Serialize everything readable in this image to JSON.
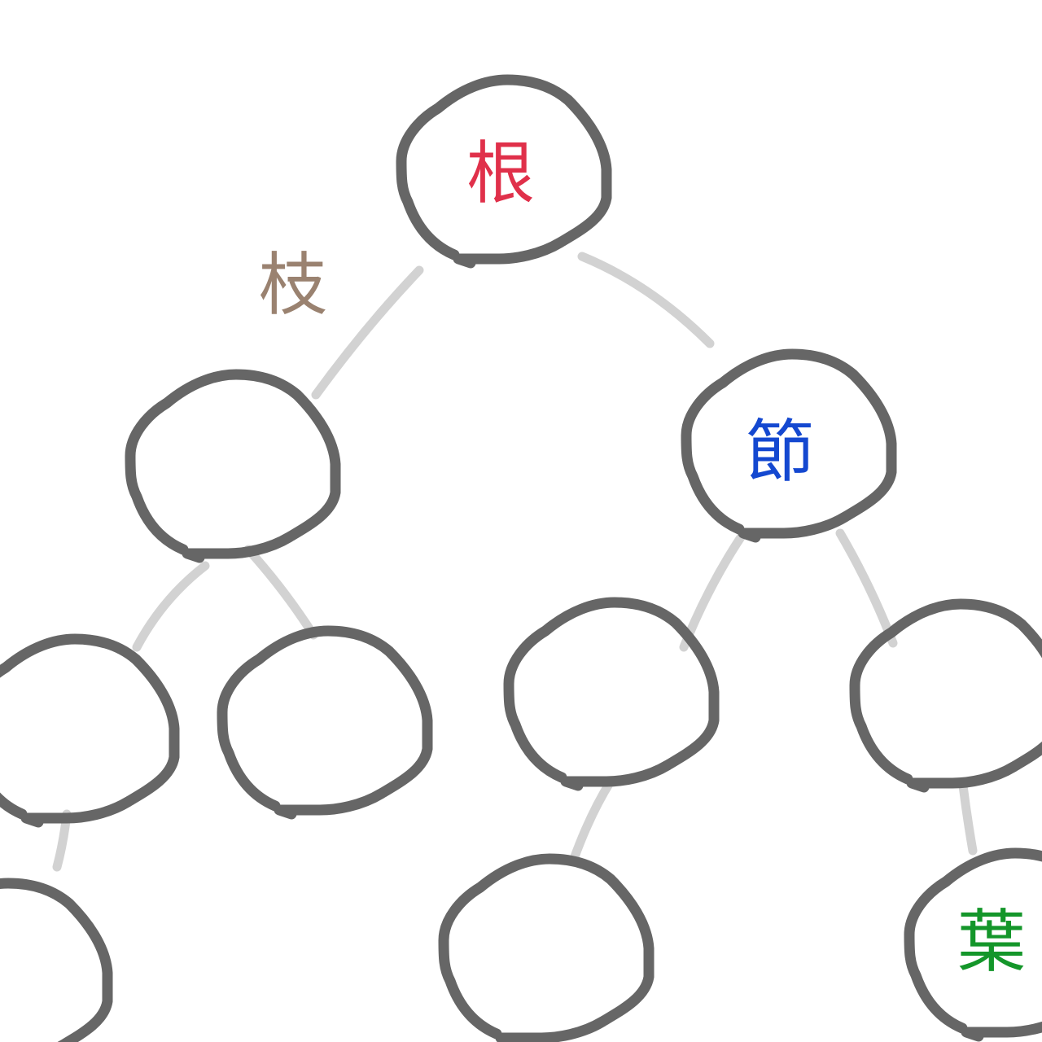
{
  "labels": {
    "root": "根",
    "branch": "枝",
    "node": "節",
    "leaf": "葉"
  },
  "colors": {
    "root": "#e0304a",
    "branch": "#9a8270",
    "node": "#1448d0",
    "leaf": "#14962a",
    "circle_stroke": "#666666",
    "edge_stroke": "#d2d2d2"
  }
}
